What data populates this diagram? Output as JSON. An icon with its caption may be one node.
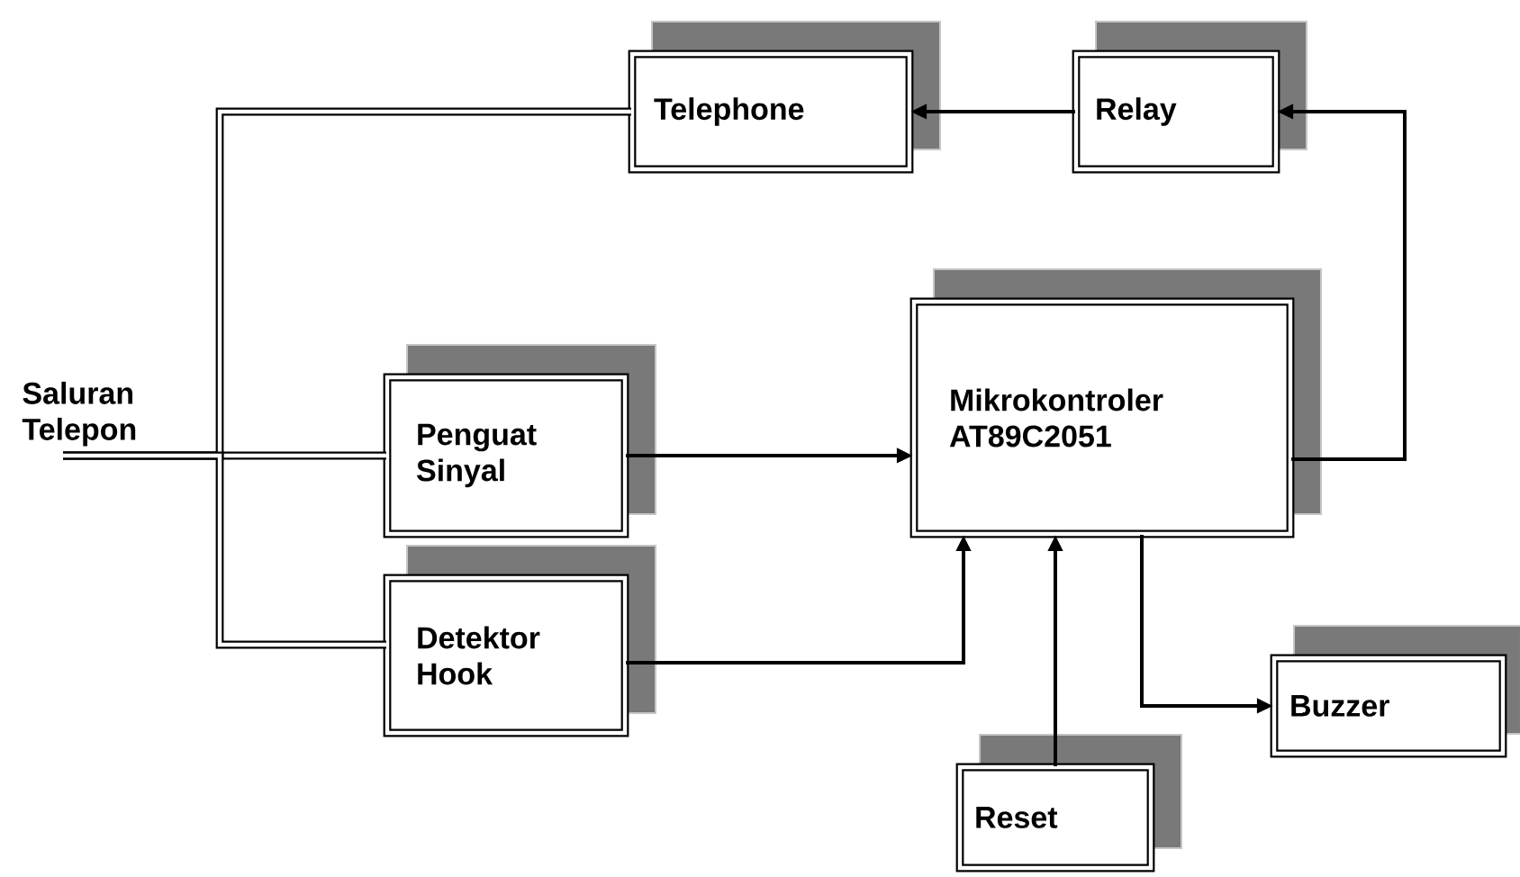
{
  "diagram": {
    "nodes": [
      {
        "text": [
          "Telephone"
        ]
      },
      {
        "text": [
          "Relay"
        ]
      },
      {
        "text": [
          "Saluran Telepon"
        ]
      },
      {
        "text": [
          "Mikrokontroler AT89C2051"
        ]
      },
      {
        "text": [
          "Penguat Sinyal"
        ]
      },
      {
        "text": [
          "Detektor Hook"
        ]
      },
      {
        "text": [
          "Buzzer"
        ]
      },
      {
        "text": [
          "Reset"
        ]
      }
    ],
    "edges": [
      {
        "from": 1,
        "to": 0,
        "arrow": "to"
      },
      {
        "from": 3,
        "to": 1,
        "arrow": "to"
      },
      {
        "from": 4,
        "to": 3,
        "arrow": "to"
      },
      {
        "from": 5,
        "to": 3,
        "arrow": "to"
      },
      {
        "from": 7,
        "to": 3,
        "arrow": "to"
      },
      {
        "from": 3,
        "to": 6,
        "arrow": "to"
      },
      {
        "from": 2,
        "to": 4,
        "arrow": "none",
        "style": "thick"
      },
      {
        "from": 2,
        "to": 0,
        "arrow": "none",
        "style": "thick"
      },
      {
        "from": 2,
        "to": 5,
        "arrow": "none",
        "style": "thick"
      }
    ]
  }
}
